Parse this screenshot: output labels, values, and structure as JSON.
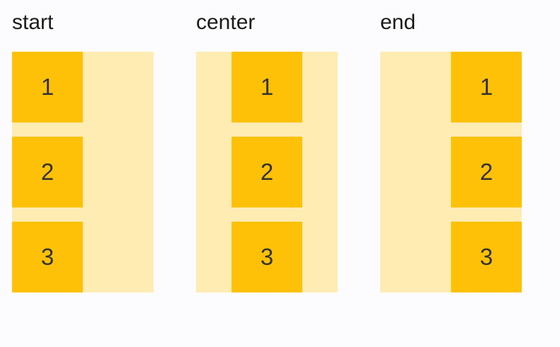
{
  "colors": {
    "page_bg": "#FCFCFE",
    "container_bg": "#FFECB3",
    "item_bg": "#FFC107",
    "label_text": "#1B1B1B",
    "item_text": "#333333"
  },
  "groups": [
    {
      "label": "start",
      "alignment": "start",
      "items": [
        "1",
        "2",
        "3"
      ]
    },
    {
      "label": "center",
      "alignment": "center",
      "items": [
        "1",
        "2",
        "3"
      ]
    },
    {
      "label": "end",
      "alignment": "end",
      "items": [
        "1",
        "2",
        "3"
      ]
    }
  ]
}
